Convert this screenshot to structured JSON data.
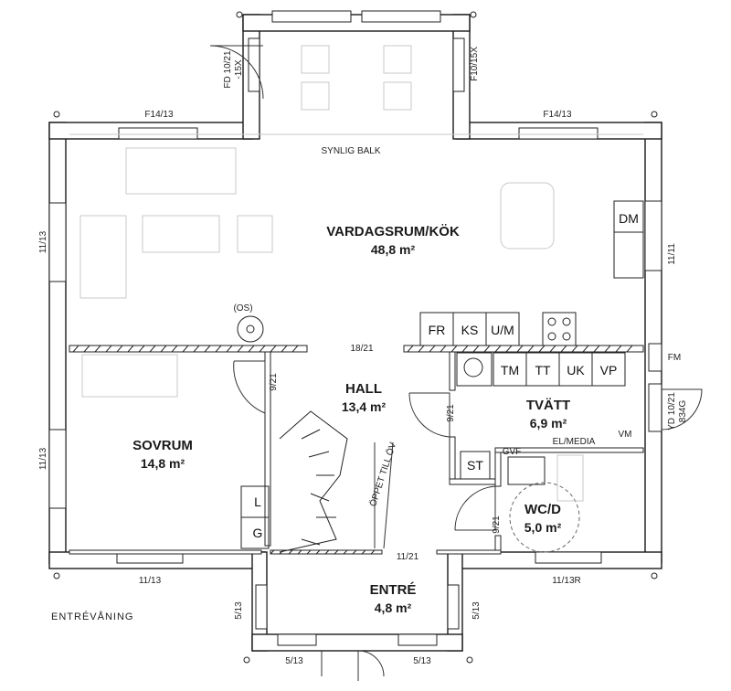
{
  "rooms": {
    "vardagsrum": {
      "name": "VARDAGSRUM/KÖK",
      "area": "48,8 m²"
    },
    "hall": {
      "name": "HALL",
      "area": "13,4 m²"
    },
    "tvatt": {
      "name": "TVÄTT",
      "area": "6,9 m²"
    },
    "sovrum": {
      "name": "SOVRUM",
      "area": "14,8 m²"
    },
    "wc": {
      "name": "WC/D",
      "area": "5,0 m²"
    },
    "entre": {
      "name": "ENTRÉ",
      "area": "4,8 m²"
    }
  },
  "appliances": {
    "dm": "DM",
    "fr": "FR",
    "ks": "KS",
    "um": "U/M",
    "tm": "TM",
    "tt": "TT",
    "uk": "UK",
    "vp": "VP",
    "st": "ST",
    "l": "L",
    "g": "G",
    "vm": "VM",
    "fm": "FM"
  },
  "labels": {
    "synlig_balk": "SYNLIG BALK",
    "os": "(OS)",
    "el_media": "EL/MEDIA",
    "gvf": "GVF",
    "oppet": "ÖPPET TILL ÖV",
    "floor": "ENTRÉVÅNING"
  },
  "windows": {
    "top_left": "F14/13",
    "top_right": "F14/13",
    "left_upper": "11/13",
    "left_lower": "11/13",
    "right_upper": "11/11",
    "bottom_left": "11/13",
    "bottom_right": "11/13R",
    "entry_left": "5/13",
    "entry_right": "5/13",
    "entry_bottom_left": "5/13",
    "entry_bottom_right": "5/13",
    "bay_right": "F10/15X"
  },
  "doors": {
    "fd": "FD 10/21",
    "fd2": "-15X",
    "yd": "YD 10/21",
    "yd2": "834G",
    "hall_top": "18/21",
    "sovrum": "9/21",
    "tvatt": "9/21",
    "wc": "9/21",
    "entre": "11/21"
  }
}
